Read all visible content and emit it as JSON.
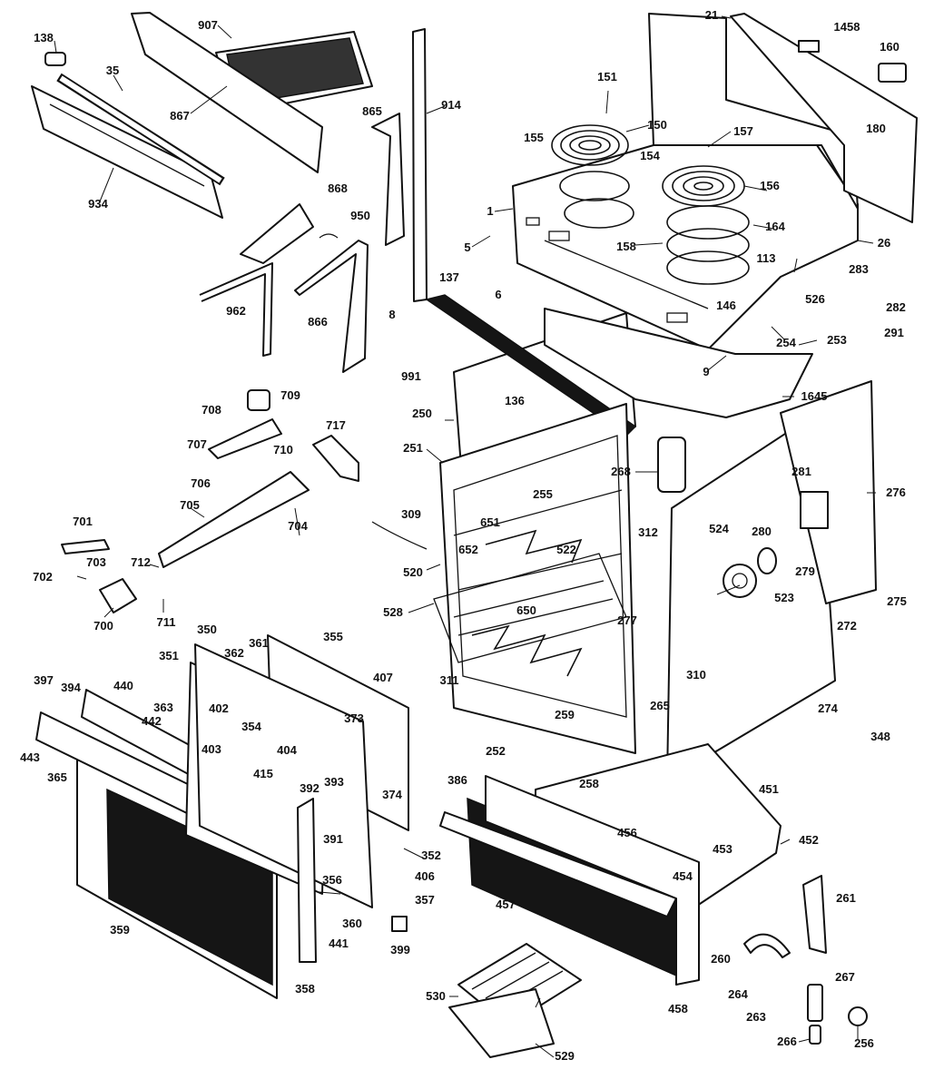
{
  "diagram": {
    "part_labels": [
      "138",
      "907",
      "35",
      "867",
      "934",
      "914",
      "865",
      "868",
      "950",
      "962",
      "866",
      "151",
      "150",
      "155",
      "154",
      "157",
      "156",
      "164",
      "158",
      "1",
      "5",
      "21",
      "1458",
      "160",
      "180",
      "26",
      "113",
      "283",
      "282",
      "526",
      "146",
      "254",
      "253",
      "9",
      "291",
      "1645",
      "137",
      "6",
      "8",
      "991",
      "136",
      "250",
      "251",
      "268",
      "255",
      "651",
      "652",
      "522",
      "312",
      "281",
      "276",
      "524",
      "280",
      "279",
      "523",
      "275",
      "272",
      "274",
      "348",
      "520",
      "528",
      "650",
      "277",
      "311",
      "310",
      "265",
      "259",
      "252",
      "258",
      "709",
      "708",
      "707",
      "710",
      "717",
      "706",
      "705",
      "704",
      "309",
      "701",
      "703",
      "712",
      "702",
      "700",
      "711",
      "350",
      "355",
      "361",
      "362",
      "351",
      "407",
      "397",
      "394",
      "440",
      "363",
      "402",
      "442",
      "373",
      "354",
      "403",
      "404",
      "443",
      "365",
      "415",
      "392",
      "393",
      "374",
      "386",
      "451",
      "452",
      "456",
      "453",
      "454",
      "391",
      "352",
      "406",
      "357",
      "356",
      "360",
      "399",
      "441",
      "359",
      "358",
      "457",
      "261",
      "260",
      "267",
      "264",
      "263",
      "458",
      "530",
      "529",
      "266",
      "256"
    ]
  }
}
